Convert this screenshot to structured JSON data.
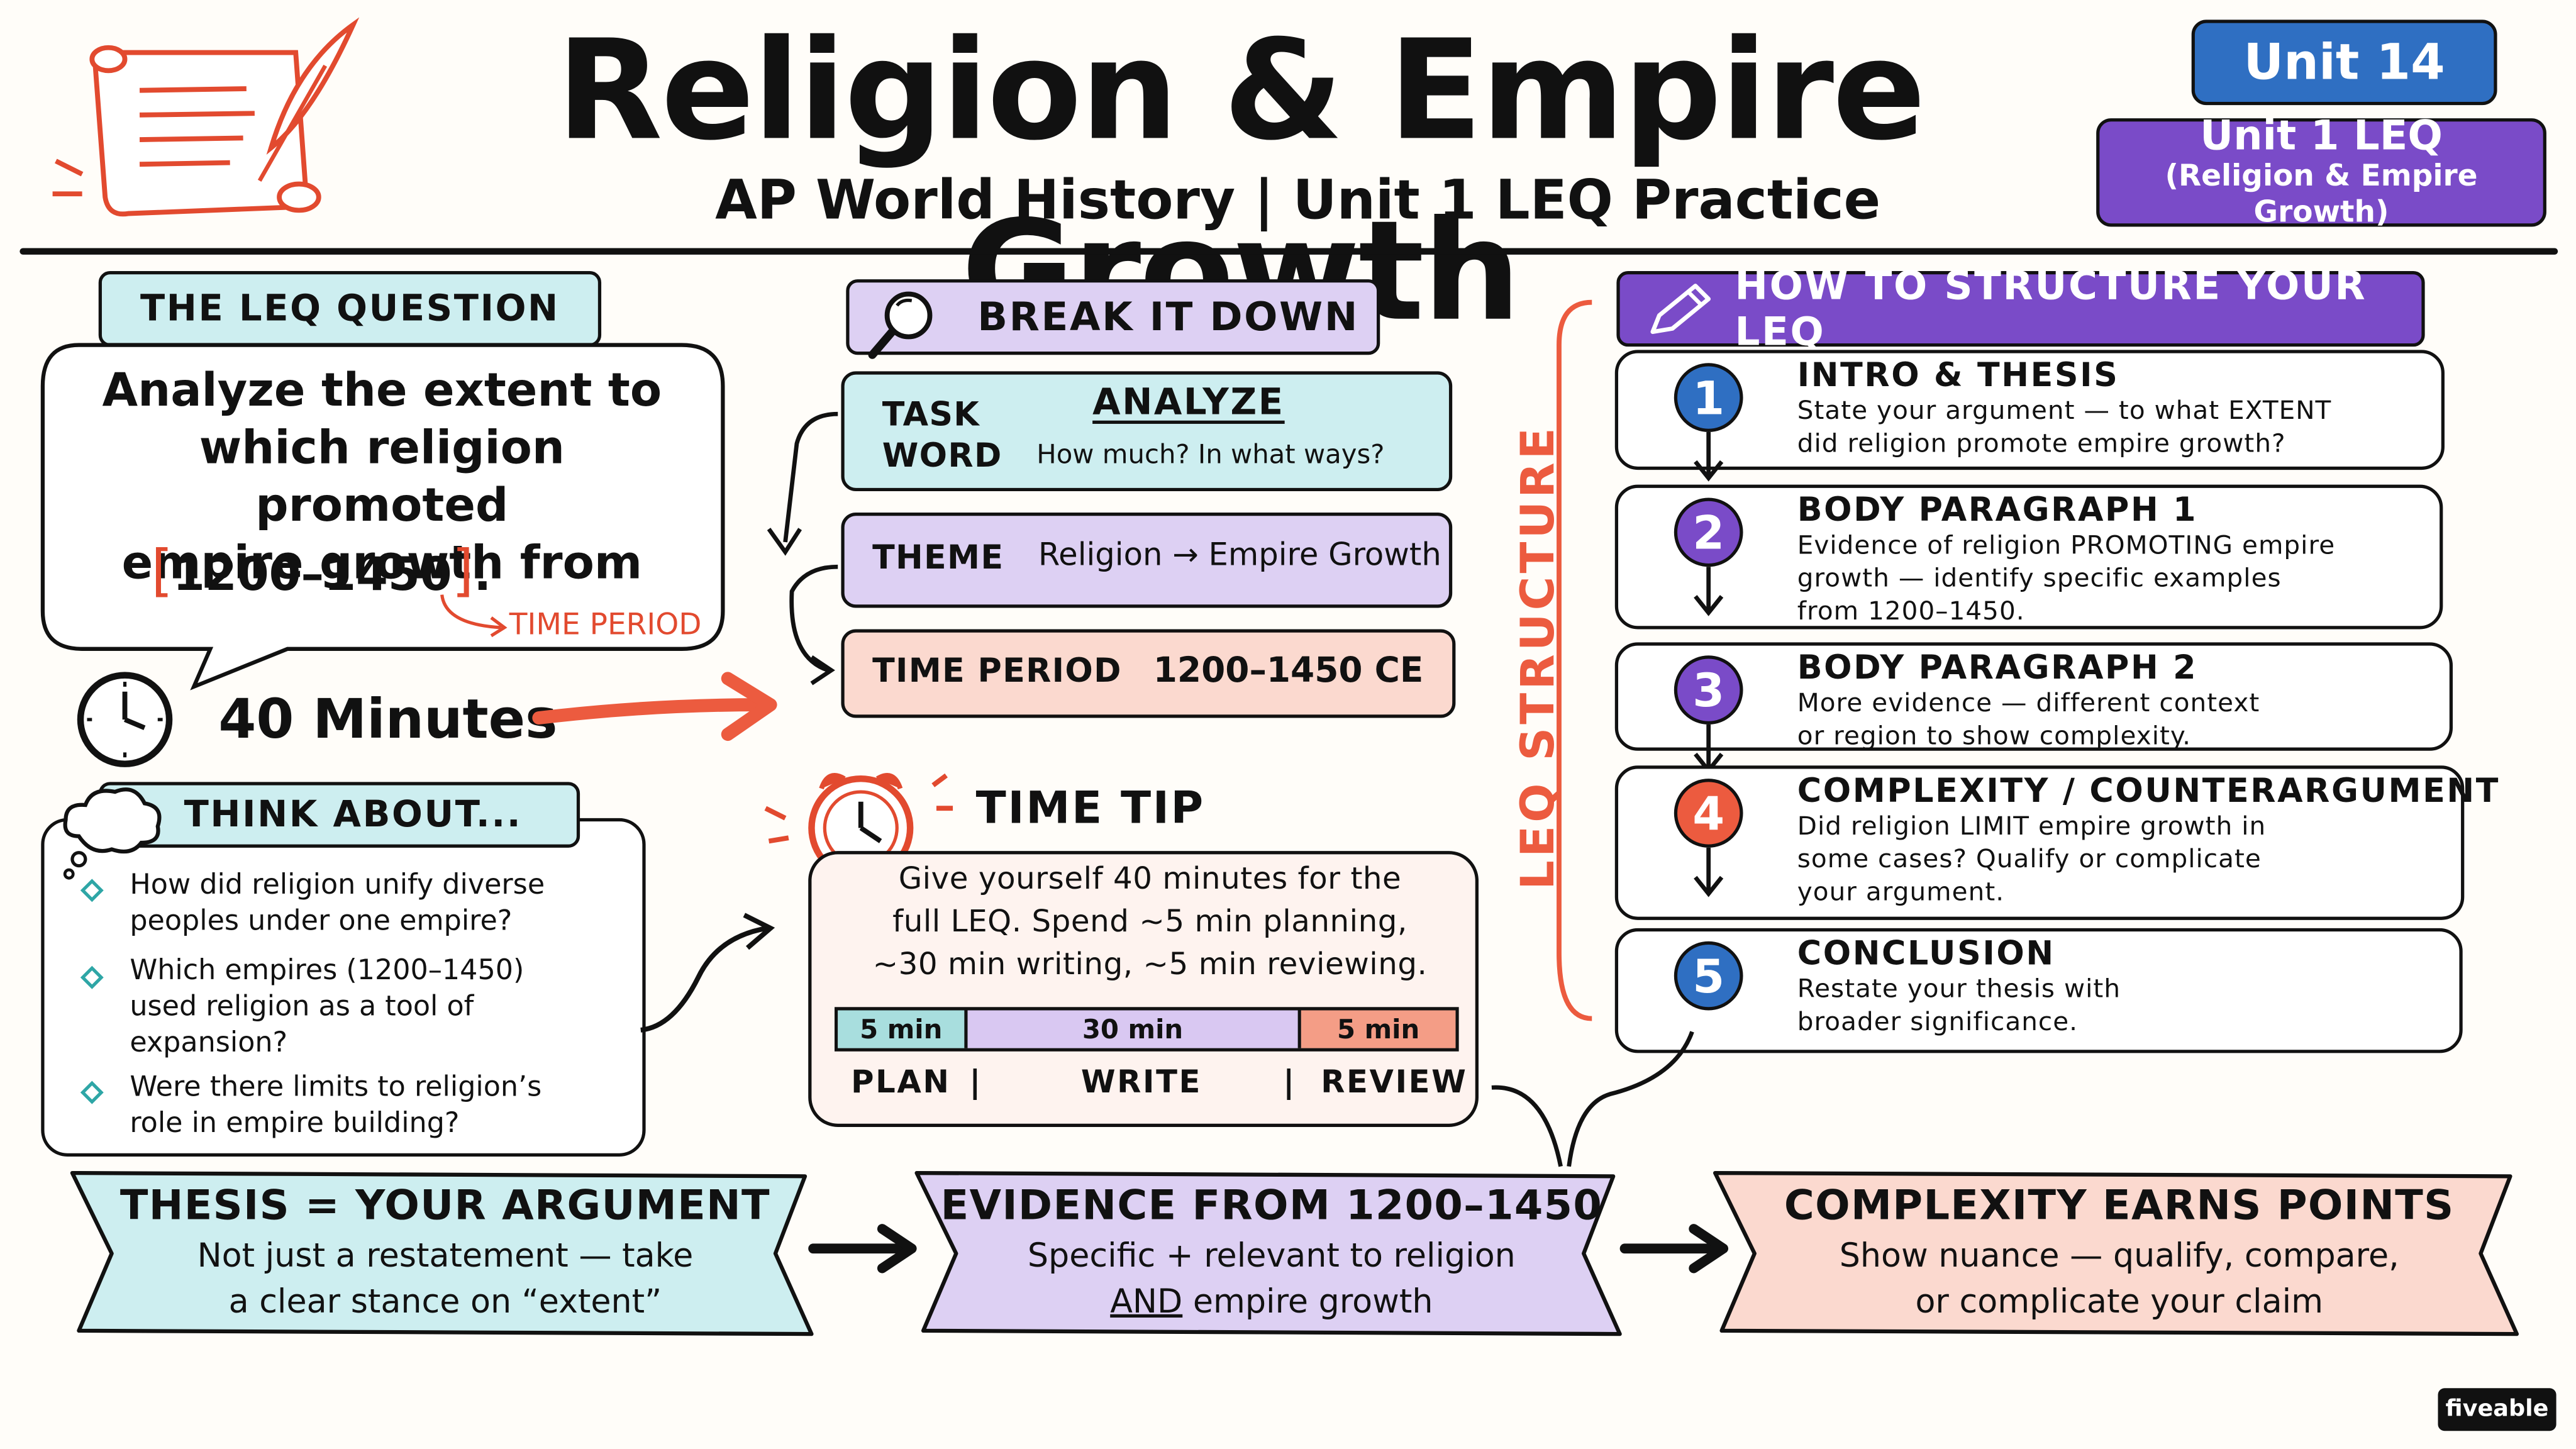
{
  "header": {
    "title": "Religion & Empire Growth",
    "subtitle": "AP World History | Unit 1 LEQ Practice",
    "unit_badge": "Unit 14",
    "leq_badge_line1": "Unit 1 LEQ",
    "leq_badge_line2": "(Religion & Empire Growth)"
  },
  "question": {
    "label": "THE LEQ QUESTION",
    "line1": "Analyze the extent to",
    "line2": "which religion promoted",
    "line3": "empire growth from",
    "period": "1200–1450",
    "period_end": ".",
    "period_note": "TIME PERIOD",
    "timer": "40 Minutes"
  },
  "breakdown": {
    "label": "BREAK IT DOWN",
    "task_label_1": "TASK",
    "task_label_2": "WORD",
    "task_word": "ANALYZE",
    "task_hint": "How much? In what ways?",
    "theme_label": "THEME",
    "theme_value": "Religion → Empire Growth",
    "period_label": "TIME PERIOD",
    "period_value": "1200–1450 CE"
  },
  "think": {
    "label": "THINK ABOUT...",
    "items": [
      {
        "line1": "How did religion unify diverse",
        "line2": "peoples under one empire?"
      },
      {
        "line1": "Which empires (1200–1450)",
        "line2": "used religion as a tool of",
        "line3": "expansion?"
      },
      {
        "line1": "Were there limits to religion’s",
        "line2": "role in empire building?"
      }
    ]
  },
  "time_tip": {
    "label": "TIME TIP",
    "line1": "Give yourself 40 minutes for the",
    "line2": "full LEQ. Spend ~5 min planning,",
    "line3": "~30 min writing, ~5 min reviewing.",
    "bar": [
      {
        "label": "5 min",
        "minutes": 5,
        "color": "#a8dede"
      },
      {
        "label": "30 min",
        "minutes": 30,
        "color": "#d9c8f2"
      },
      {
        "label": "5 min",
        "minutes": 5,
        "color": "#f49d86"
      }
    ],
    "phase_plan": "PLAN",
    "phase_write": "WRITE",
    "phase_review": "REVIEW",
    "sep": "|"
  },
  "structure": {
    "label": "HOW TO STRUCTURE YOUR LEQ",
    "side_label": "LEQ STRUCTURE",
    "steps": [
      {
        "num": "1",
        "color": "#2f6fc2",
        "title": "INTRO & THESIS",
        "d1": "State your argument — to what EXTENT",
        "d2": "did religion promote empire growth?"
      },
      {
        "num": "2",
        "color": "#7a4bc8",
        "title": "BODY PARAGRAPH 1",
        "d1": "Evidence of religion PROMOTING empire",
        "d2": "growth — identify specific examples",
        "d3": "from 1200–1450."
      },
      {
        "num": "3",
        "color": "#7a4bc8",
        "title": "BODY PARAGRAPH 2",
        "d1": "More evidence — different context",
        "d2": "or region to show complexity."
      },
      {
        "num": "4",
        "color": "#ec5b3f",
        "title": "COMPLEXITY / COUNTERARGUMENT",
        "d1": "Did religion LIMIT empire growth in",
        "d2": "some cases? Qualify or complicate",
        "d3": "your argument."
      },
      {
        "num": "5",
        "color": "#2f6fc2",
        "title": "CONCLUSION",
        "d1": "Restate your thesis with",
        "d2": "broader significance."
      }
    ]
  },
  "banners": [
    {
      "title": "THESIS = YOUR ARGUMENT",
      "l1": "Not just a restatement — take",
      "l2": "a clear stance on “extent”",
      "color": "#cdeef0"
    },
    {
      "title": "EVIDENCE FROM 1200–1450",
      "l1": "Specific + relevant to religion",
      "l2a": "AND",
      "l2b": " empire growth",
      "color": "#ddd0f3"
    },
    {
      "title": "COMPLEXITY EARNS POINTS",
      "l1": "Show nuance — qualify, compare,",
      "l2": "or complicate your claim",
      "color": "#fbd9cf"
    }
  ],
  "watermark": "fiveable",
  "colors": {
    "teal": "#cdeef0",
    "purple": "#7a4bc8",
    "lavender": "#ddd0f3",
    "peach": "#fbd9cf",
    "coral": "#ec5b3f",
    "blue": "#2f6fc2"
  }
}
